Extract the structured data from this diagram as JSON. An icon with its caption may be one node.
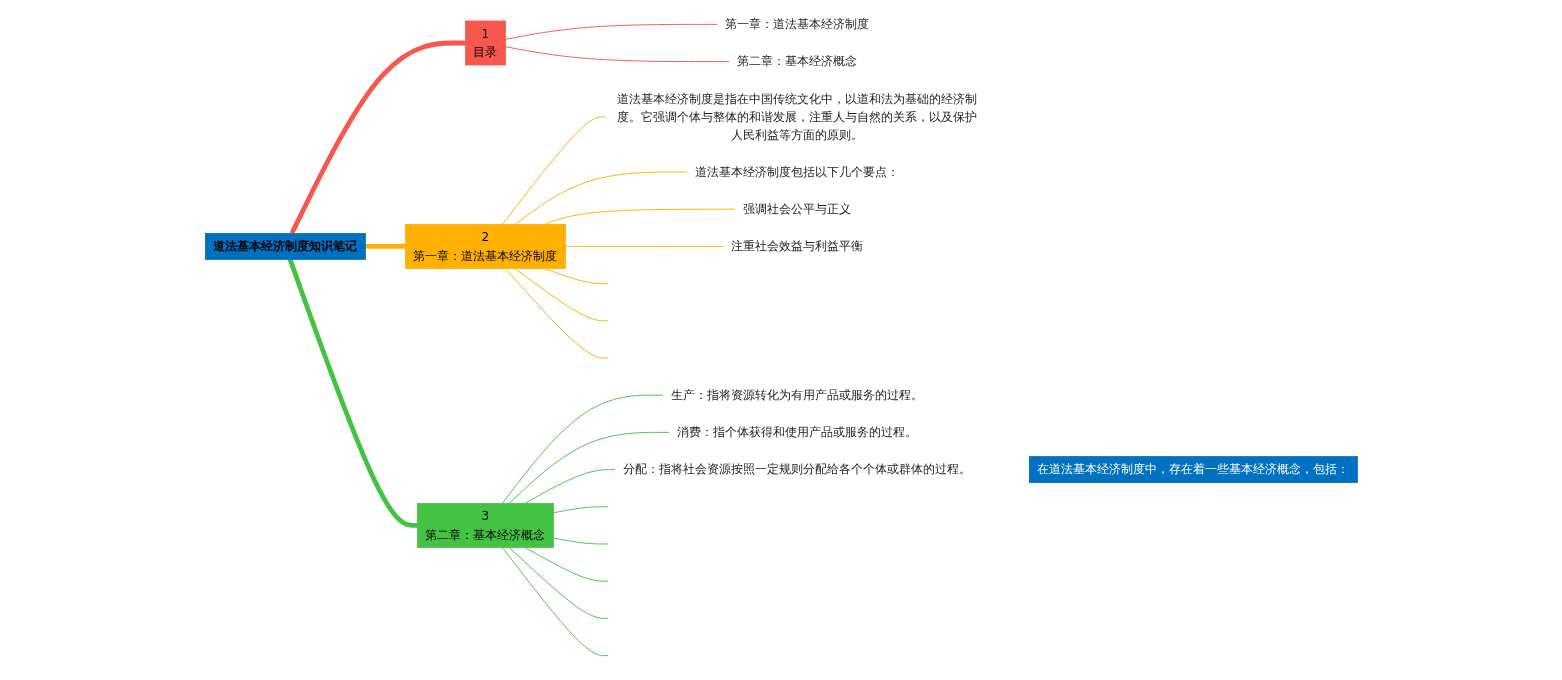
{
  "diagram": {
    "nodes": [
      {
        "text": [
          "道法基本经济制度知识笔记"
        ]
      },
      {
        "text": [
          "1",
          "目录"
        ]
      },
      {
        "text": [
          "第一章：道法基本经济制度"
        ]
      },
      {
        "text": [
          "第二章：基本经济概念"
        ]
      },
      {
        "text": [
          "2",
          "第一章：道法基本经济制度"
        ]
      },
      {
        "text": [
          "道法基本经济制度是指在中国传统文化中，以道和法为基础的经济制度。它强调个体与整体的和谐发展，注重人与自然的关系，以及保护人民利益等方面的原则。"
        ]
      },
      {
        "text": [
          "道法基本经济制度包括以下几个要点："
        ]
      },
      {
        "text": [
          "强调社会公平与正义"
        ]
      },
      {
        "text": [
          "注重社会效益与利益平衡"
        ]
      },
      {
        "text": [
          "3",
          "第二章：基本经济概念"
        ]
      },
      {
        "text": [
          "生产：指将资源转化为有用产品或服务的过程。"
        ]
      },
      {
        "text": [
          "消费：指个体获得和使用产品或服务的过程。"
        ]
      },
      {
        "text": [
          "分配：指将社会资源按照一定规则分配给各个个体或群体的过程。"
        ]
      },
      {
        "text": [
          "在道法基本经济制度中，存在着一些基本经济概念，包括："
        ]
      }
    ],
    "edges": [
      {
        "from": 0,
        "to": 1,
        "arrow": "none",
        "style": "thick",
        "color": "#f8574d"
      },
      {
        "from": 1,
        "to": 2,
        "arrow": "none",
        "color": "#f8574d"
      },
      {
        "from": 1,
        "to": 3,
        "arrow": "none",
        "color": "#f8574d"
      },
      {
        "from": 0,
        "to": 4,
        "arrow": "none",
        "style": "thick",
        "color": "#ffb000"
      },
      {
        "from": 4,
        "to": 5,
        "arrow": "none",
        "color": "#ffb000"
      },
      {
        "from": 4,
        "to": 6,
        "arrow": "none",
        "color": "#ffb000"
      },
      {
        "from": 4,
        "to": 7,
        "arrow": "none",
        "color": "#ffb000"
      },
      {
        "from": 4,
        "to": 8,
        "arrow": "none",
        "color": "#ffb000"
      },
      {
        "from": 4,
        "to": null,
        "arrow": "none",
        "color": "#ffb000"
      },
      {
        "from": 4,
        "to": null,
        "arrow": "none",
        "color": "#ffb000"
      },
      {
        "from": 4,
        "to": null,
        "arrow": "none",
        "color": "#ffb000"
      },
      {
        "from": 0,
        "to": 9,
        "arrow": "none",
        "style": "thick"
      },
      {
        "from": 9,
        "to": 10,
        "arrow": "none"
      },
      {
        "from": 9,
        "to": 11,
        "arrow": "none"
      },
      {
        "from": 9,
        "to": 12,
        "arrow": "none"
      },
      {
        "from": 9,
        "to": null,
        "arrow": "none"
      },
      {
        "from": 9,
        "to": null,
        "arrow": "none"
      },
      {
        "from": 9,
        "to": null,
        "arrow": "none"
      },
      {
        "from": 9,
        "to": null,
        "arrow": "none"
      },
      {
        "from": 9,
        "to": null,
        "arrow": "none"
      }
    ]
  }
}
